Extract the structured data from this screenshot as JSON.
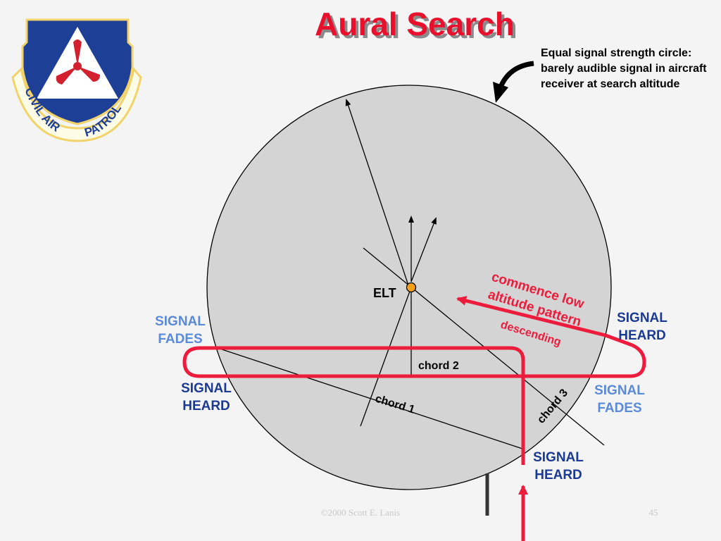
{
  "title": "Aural Search",
  "logo": {
    "text_top": "CIVIL AIR",
    "text_bottom": "PATROL",
    "colors": {
      "shield": "#1e3f96",
      "triangle": "#ffffff",
      "propeller": "#d2202e",
      "ribbon": "#fdfde7",
      "ribbon_border": "#f2d36b"
    }
  },
  "annotation": {
    "lines": [
      "Equal signal strength circle:",
      "barely audible signal in aircraft",
      "receiver at  search altitude"
    ]
  },
  "labels": {
    "elt": "ELT",
    "chord1": "chord 1",
    "chord2": "chord 2",
    "chord3": "chord 3",
    "signal_fades_left": [
      "SIGNAL",
      "FADES"
    ],
    "signal_heard_left": [
      "SIGNAL",
      "HEARD"
    ],
    "signal_heard_right": [
      "SIGNAL",
      "HEARD"
    ],
    "signal_fades_right": [
      "SIGNAL",
      "FADES"
    ],
    "signal_heard_bottom": [
      "SIGNAL",
      "HEARD"
    ],
    "commence": [
      "commence low",
      "altitude pattern"
    ],
    "descending": "descending"
  },
  "footer": {
    "copyright": "©2000 Scott E. Lanis",
    "page": "45"
  },
  "colors": {
    "title_red": "#e8102d",
    "path_red": "#ee1c3c",
    "circle_fill": "#d4d4d4",
    "dark_blue": "#1b3a93",
    "light_blue": "#5b8ad8",
    "elt_dot": "#f6a01a",
    "footer_text": "#c9c9c9"
  }
}
